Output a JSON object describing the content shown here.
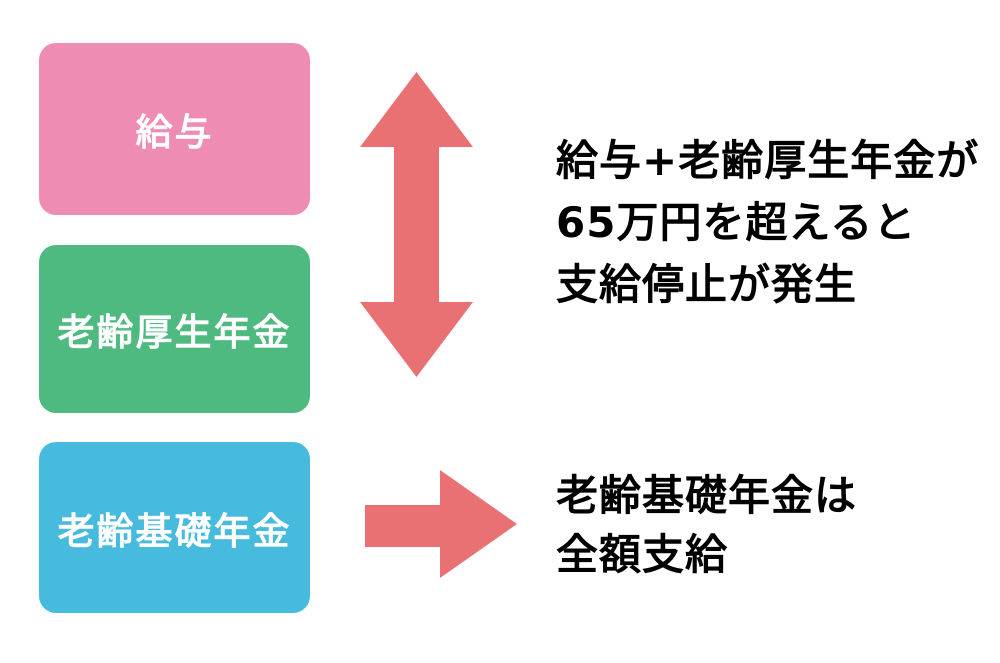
{
  "colors": {
    "background": "#FFFFFF",
    "arrow": "#E97173",
    "box_label_text": "#FFFFFF",
    "note_text": "#000000"
  },
  "boxes": [
    {
      "id": "salary",
      "label": "給与",
      "color": "#EE8CB3"
    },
    {
      "id": "kosei-nenkin",
      "label": "老齢厚生年金",
      "color": "#4EBA80"
    },
    {
      "id": "kiso-nenkin",
      "label": "老齢基礎年金",
      "color": "#47BBDE"
    }
  ],
  "icons": {
    "vertical_double_arrow": "up-down-double-arrow",
    "right_arrow": "right-arrow"
  },
  "notes": [
    {
      "id": "suspension-note",
      "lines": [
        "給与+老齢厚生年金が",
        "65万円を超えると",
        "支給停止が発生"
      ]
    },
    {
      "id": "full-payment-note",
      "lines": [
        "老齢基礎年金は",
        "全額支給"
      ]
    }
  ]
}
